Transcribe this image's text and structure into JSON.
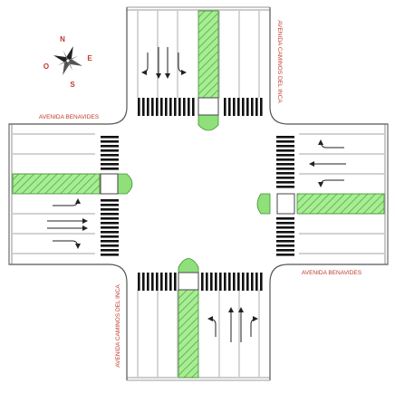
{
  "compass": {
    "north": "N",
    "east": "E",
    "south": "S",
    "west": "O"
  },
  "streets": {
    "benavides_west": "AVENIDA BENAVIDES",
    "benavides_east": "AVENIDA BENAVIDES",
    "caminos_inca_north": "AVENIDA CAMINOS DEL INCA",
    "caminos_inca_south": "AVENIDA CAMINOS DEL INCA"
  },
  "colors": {
    "street_label": "#c0392b",
    "compass_label": "#c0392b",
    "median_fill": "#8fe07a",
    "median_hatch": "#4fae3c",
    "road_edge": "#555555",
    "crosswalk": "#111111"
  }
}
